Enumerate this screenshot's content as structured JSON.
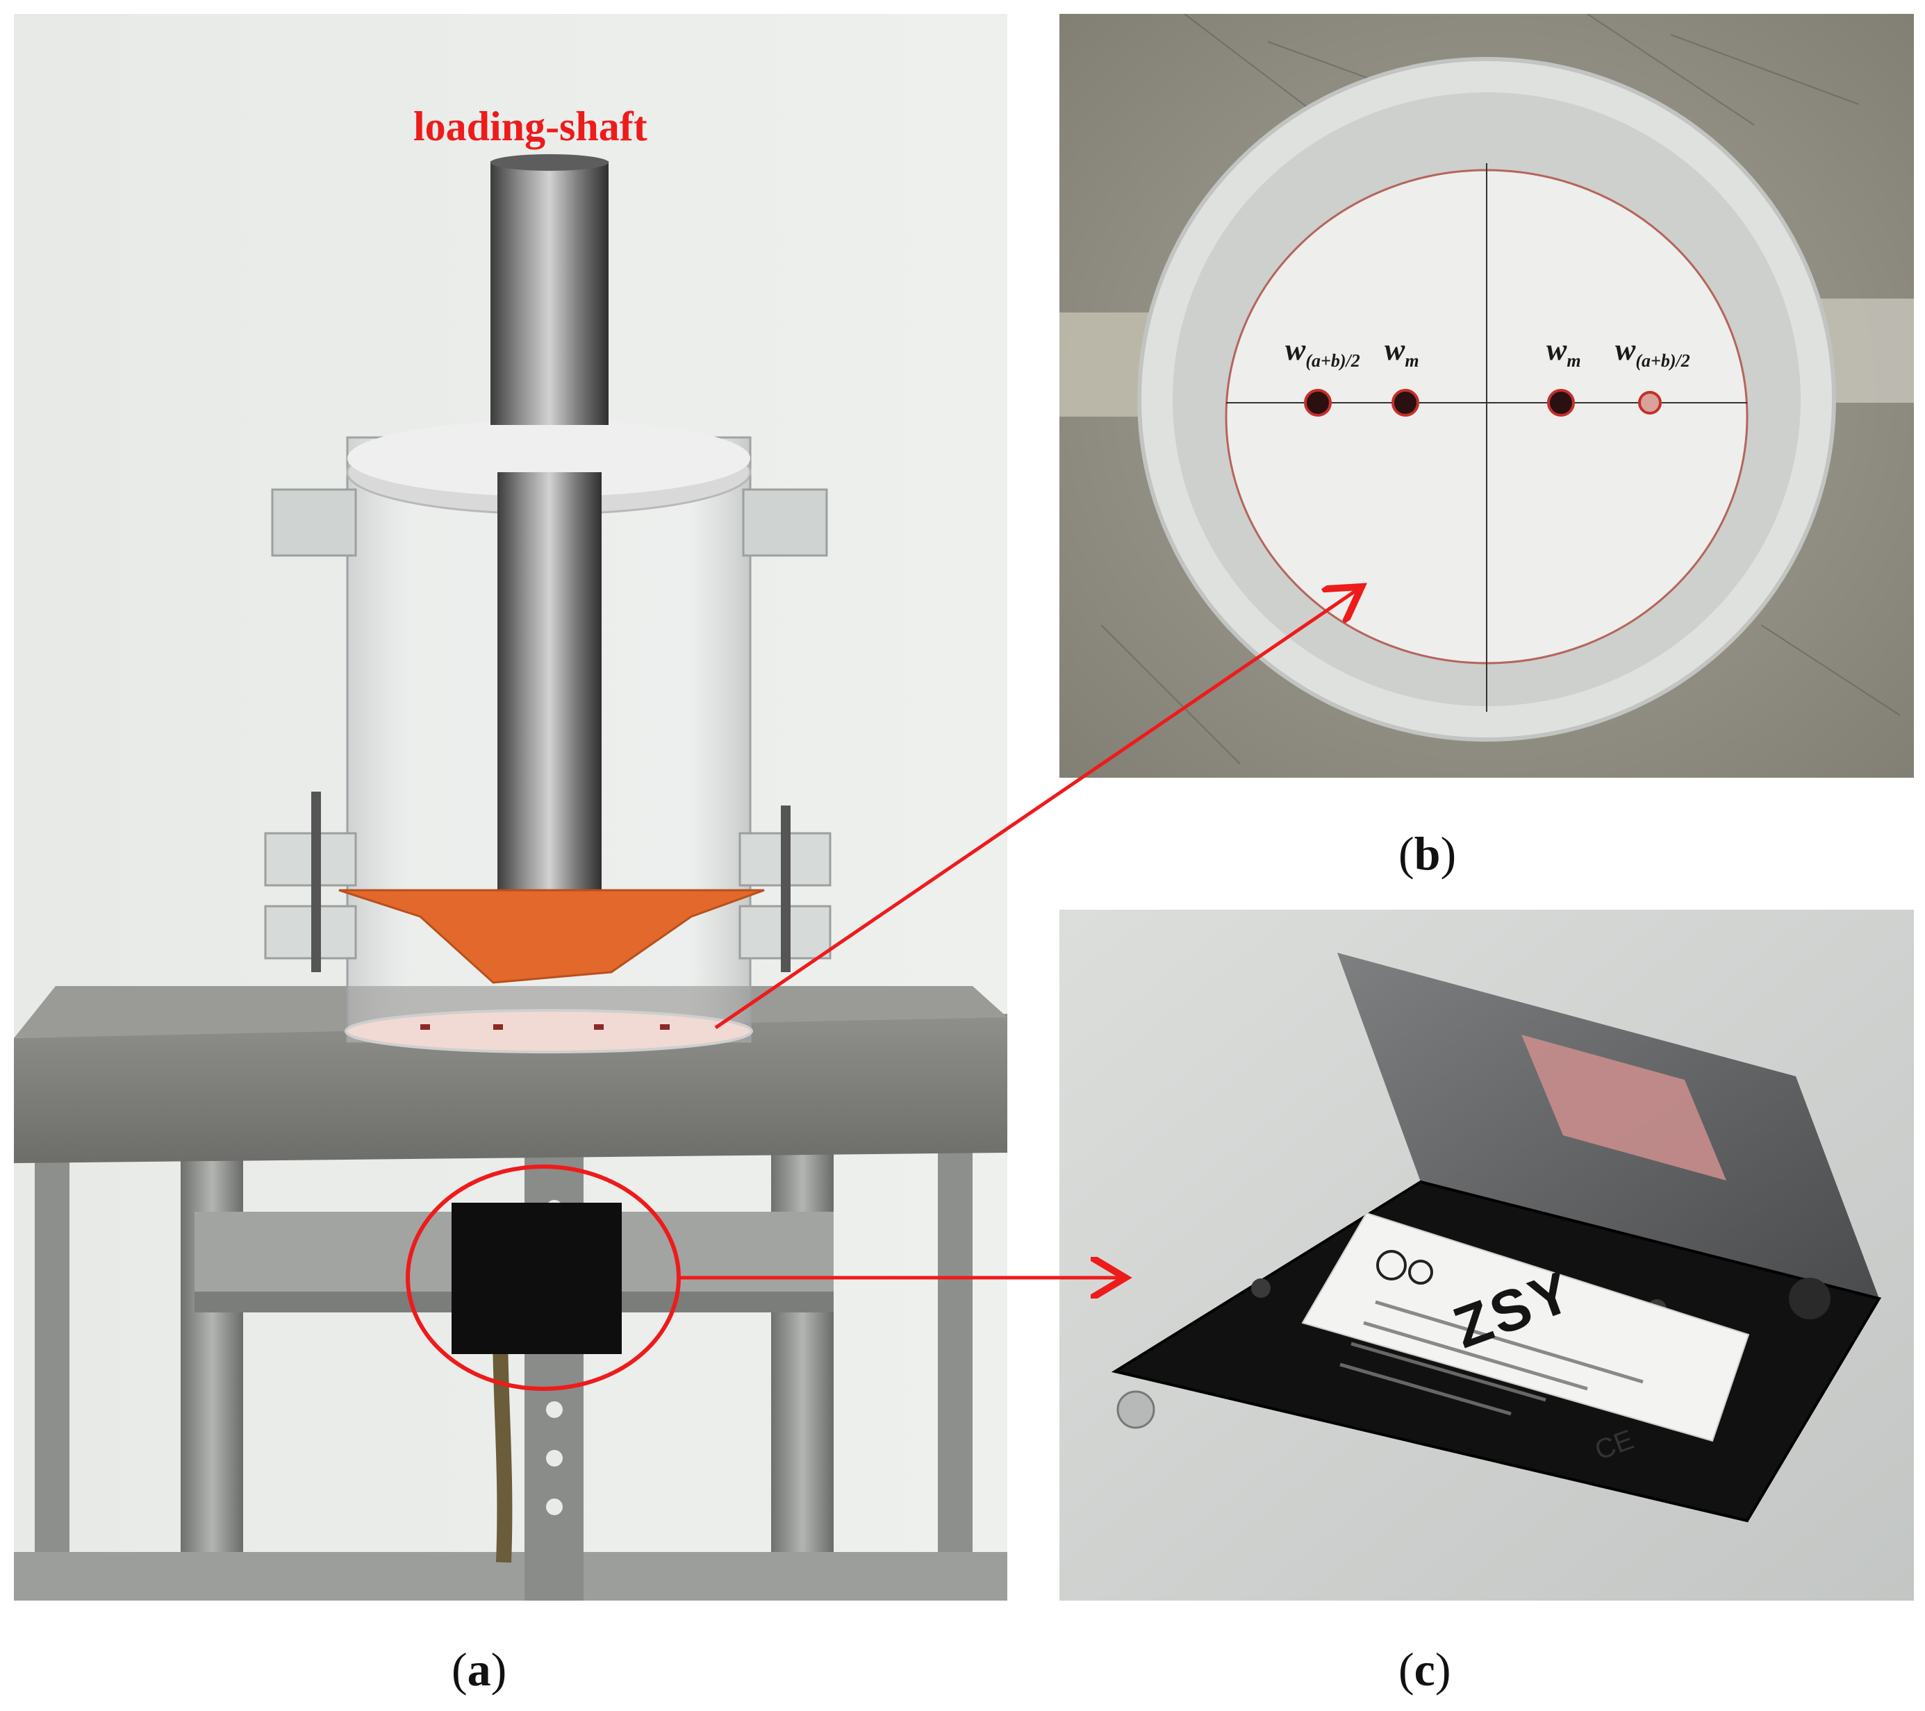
{
  "panels": {
    "a": {
      "caption_letter": "a",
      "shaft_label": "loading-shaft"
    },
    "b": {
      "caption_letter": "b",
      "labels": [
        {
          "symbol": "w",
          "subscript": "(a+b)/2"
        },
        {
          "symbol": "w",
          "subscript": "m"
        },
        {
          "symbol": "w",
          "subscript": "m"
        },
        {
          "symbol": "w",
          "subscript": "(a+b)/2"
        }
      ]
    },
    "c": {
      "caption_letter": "c",
      "brand": "ZSY",
      "mark": "CE"
    }
  },
  "colors": {
    "annotation_red": "#ee1b1b",
    "membrane_orange": "#e2692b"
  }
}
